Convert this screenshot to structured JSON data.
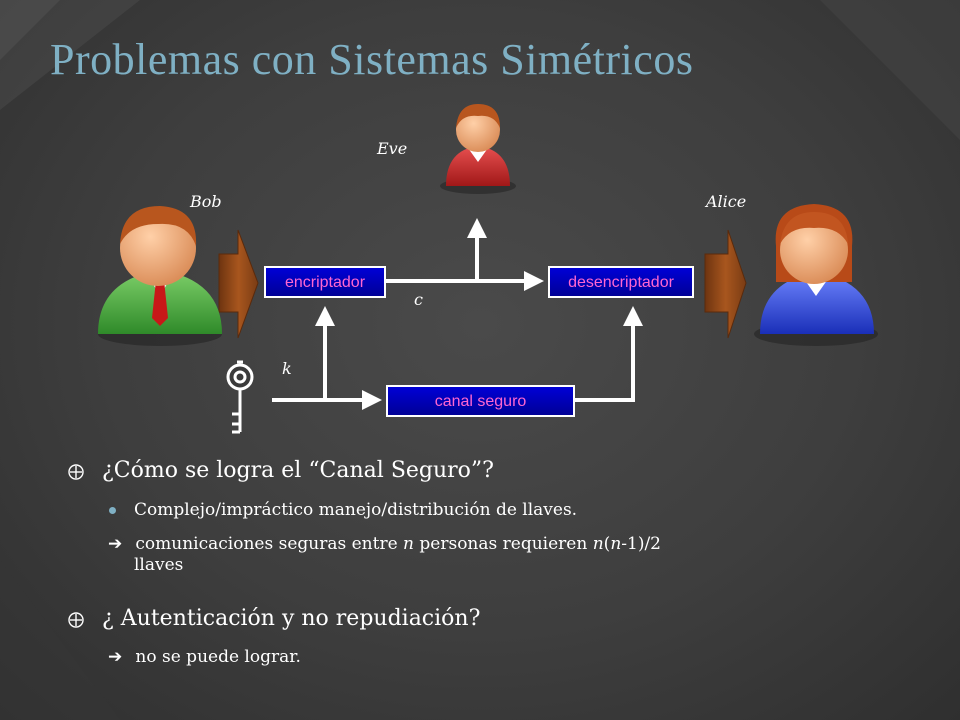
{
  "slide": {
    "title": "Problemas con Sistemas Simétricos",
    "colors": {
      "title": "#7fb0c4",
      "background": "#3e3e3e",
      "box_fill": "#0000c0",
      "box_text": "#ff66d0",
      "arrow_brown": "#a0501c"
    }
  },
  "diagram": {
    "eve_label": "Eve",
    "bob_label": "Bob",
    "alice_label": "Alice",
    "encrypter_label": "encriptador",
    "decrypter_label": "desencriptador",
    "secure_channel_label": "canal seguro",
    "ciphertext_label": "c",
    "key_label": "k",
    "icons": [
      "person-eve-icon",
      "person-bob-icon",
      "person-alice-icon",
      "key-icon"
    ]
  },
  "bullets": {
    "q1": "¿Cómo se logra el “Canal Seguro”?",
    "q1_sub1": "Complejo/impráctico manejo/distribución de llaves.",
    "q1_sub2_arrow": "➔",
    "q1_sub2_a": "comunicaciones seguras entre",
    "q1_sub2_n1": "n",
    "q1_sub2_b": "personas requieren",
    "q1_sub2_n2": "n",
    "q1_sub2_c": "(",
    "q1_sub2_n3": "n",
    "q1_sub2_d": "-1)/2",
    "q1_sub2_e": "llaves",
    "q2": "¿ Autenticación y no repudiación?",
    "q2_sub_arrow": "➔",
    "q2_sub": "no se puede lograr."
  }
}
